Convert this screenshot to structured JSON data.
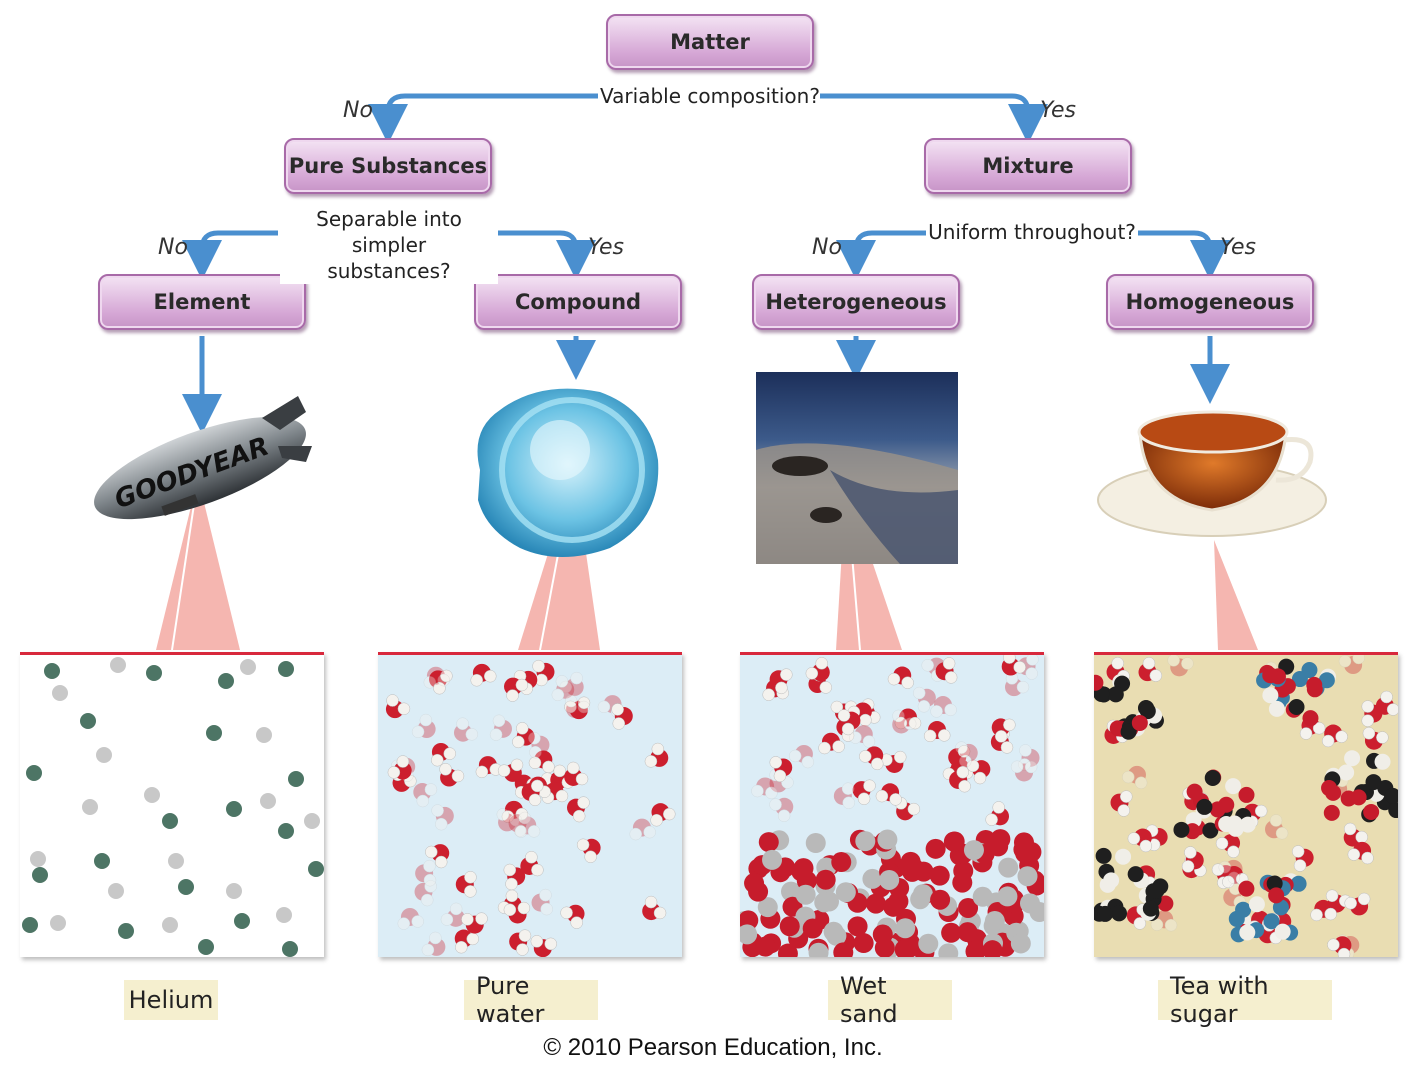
{
  "root": {
    "label": "Matter"
  },
  "question1": "Variable composition?",
  "branch1": {
    "no": "No",
    "yes": "Yes"
  },
  "pure_substances": {
    "label": "Pure Substances"
  },
  "mixture": {
    "label": "Mixture"
  },
  "question2": {
    "line1": "Separable into simpler",
    "line2": "substances?"
  },
  "question3": "Uniform throughout?",
  "branch2": {
    "no": "No",
    "yes": "Yes"
  },
  "branch3": {
    "no": "No",
    "yes": "Yes"
  },
  "element": {
    "label": "Element",
    "example": "Helium"
  },
  "compound": {
    "label": "Compound",
    "example": "Pure water"
  },
  "heterogeneous": {
    "label": "Heterogeneous",
    "example": "Wet sand"
  },
  "homogeneous": {
    "label": "Homogeneous",
    "example": "Tea with sugar"
  },
  "blimp_text": "GOODYEAR",
  "copyright": "© 2010 Pearson Education, Inc.",
  "colors": {
    "arrow": "#4a8fcf",
    "box": "#d6a8d6",
    "panel_border": "#d8283c",
    "label_bg": "#f5efcf"
  }
}
